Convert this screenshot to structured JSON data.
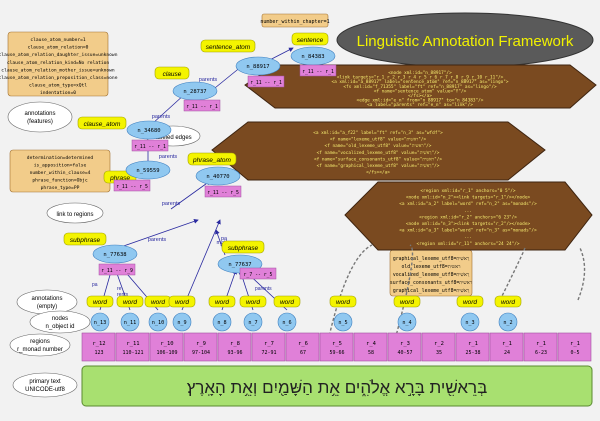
{
  "title": "Linguistic Annotation Framework",
  "notes": {
    "number_within_chapter": "number_within_chapter=1",
    "clause_atom": [
      "clause_atom_number=1",
      "clause_atom_relation=0",
      "clause_atom_relation_daughter_issue=unknown",
      "clause_atom_relation_kind=No relation",
      "clause_atom_relation_mother_issue=unknown",
      "clause_atom_relation_preposition_class=none",
      "clause_atom_type=xQtl",
      "indentation=0"
    ],
    "phrase": [
      "determination=determined",
      "is_apposition=false",
      "number_within_clause=4",
      "phrase_function=Objc",
      "phrase_type=PP"
    ],
    "word": [
      "graphical_lexeme_utf8=רֵאשִׁית",
      "old_lexeme_utf8=ראשית",
      "vocalized_lexeme_utf8=רֵאשִׁית",
      "surface_consonants_utf8=ראשית",
      "graphical_lexeme_utf8=רֵאשִׁית"
    ]
  },
  "side_labels": {
    "annotations_features": [
      "annotations",
      "(features)"
    ],
    "labeled_edges": "labeled edges",
    "link_to_regions": "link to regions",
    "annotations_empty": [
      "annotations",
      "(empty)"
    ],
    "nodes": [
      "nodes",
      "n_object id"
    ],
    "regions": [
      "regions",
      "r_monad number"
    ],
    "primary_text": [
      "primary text",
      "UNICODE-utf8"
    ]
  },
  "type_labels": {
    "sentence": "sentence",
    "sentence_atom": "sentence_atom",
    "clause": "clause",
    "clause_atom": "clause_atom",
    "phrase": "phrase",
    "phrase_atom": "phrase_atom",
    "subphrase": "subphrase",
    "word": "word"
  },
  "nodes": {
    "n_84383": "n_84383",
    "n_88917": "n_88917",
    "n_28737": "n_28737",
    "n_34680": "n_34680",
    "n_59559": "n_59559",
    "n_40770": "n_40770",
    "n_77638": "n_77638",
    "n_77637": "n_77637",
    "words": [
      "n_13",
      "n_11",
      "n_10",
      "n_9",
      "n_8",
      "n_7",
      "n_6",
      "n_5",
      "n_4",
      "n_3",
      "n_2"
    ]
  },
  "node_regions": {
    "r_84383": "r_11 -- r_1",
    "r_88917": "r_11 -- r_1",
    "r_28737": "r_11 -- r_1",
    "r_34680": "r_11 -- r_1",
    "r_59559": "r_11 -- r_5",
    "r_40770": "r_11 -- r_5",
    "r_77638": "r_11 -- r_9",
    "r_77637": "r_7 -- r_5"
  },
  "edge_labels": {
    "parents": "parents",
    "mother": "mother",
    "pa_re_nts": [
      "pa",
      "re",
      "nts"
    ],
    "pa_re_rents": [
      "pa",
      "re",
      "rents"
    ]
  },
  "xml_blocks": {
    "top": [
      "<node xml:id=\"n_88917\"/>",
      "<link targets=\"r_1 r_2 r_3 r_4 r_5 r_6 r_7 r_8 r_9 r_10 r_11\"/>",
      "<a xml:id=\"a_88917\" label=\"sentence_atom\" ref=\"n_88917\" as=\"lingo\">",
      "<fs xml:id=\"f_71355\" label=\"ft\" ref=\"n_88917\" as=\"lingo\"/>",
      "<f name=\"sentence_atom\" value=\"Y\"/>",
      "</fs></a>",
      "<edge xml:id=\"e_n\" from=\"n_88917\" to=\"n_84383\"/>",
      "<a label=\"parents\" ref=\"e_n\" as=\"link\"/>"
    ],
    "mid": [
      "<a xml:id=\"a_f22\" label=\"ft\" ref=\"n_3\" as=\"wfdf\">",
      "<f name=\"lexeme_utf8\" value=\"ראשית\"/>",
      "<f name=\"old_lexeme_utf8\" value=\"ראשית\"/>",
      "<f name=\"vocalized_lexeme_utf8\" value=\"רֵאשִׁית\"/>",
      "<f name=\"surface_consonants_utf8\" value=\"ראשית\"/>",
      "<f name=\"graphical_lexeme_utf8\" value=\"רֵאשִׁית\"/>",
      "</fs></a>"
    ],
    "bottom": [
      "<region xml:id=\"r_1\" anchors=\"0 5\"/>",
      "<node xml:id=\"n_2\"><link targets=\"r_1\"/></node>",
      "<a xml:id=\"a_2\" label=\"word\" ref=\"n_2\" as=\"monads\"/>",
      "...",
      "<region xml:id=\"r_2\" anchors=\"6 23\"/>",
      "<node xml:id=\"n_3\"><link targets=\"r_2\"/></node>",
      "<a xml:id=\"a_3\" label=\"word\" ref=\"n_3\" as=\"monads\"/>",
      "...",
      "<region xml:id=\"r_11\" anchors=\"24 24\"/>"
    ]
  },
  "regions": [
    [
      "r_12",
      "123"
    ],
    [
      "r_11",
      "110-121"
    ],
    [
      "r_10",
      "106-109"
    ],
    [
      "r_9",
      "97-104"
    ],
    [
      "r_8",
      "93-96"
    ],
    [
      "r_7",
      "72-91"
    ],
    [
      "r_6",
      "67"
    ],
    [
      "r_5",
      "59-66"
    ],
    [
      "r_4",
      "58"
    ],
    [
      "r_3",
      "40-57"
    ],
    [
      "r_2",
      "35"
    ],
    [
      "r_1",
      "25-38"
    ],
    [
      "r_1",
      "24"
    ],
    [
      "r_1",
      "6-23"
    ],
    [
      "r_1",
      "0-5"
    ]
  ],
  "primary_text": "בְּרֵאשִׁ֖ית בָּרָ֣א אֱלֹהִ֑ים אֵ֥ת הַשָּׁמַ֖יִם וְאֵ֥ת הָאָֽרֶץ׃",
  "colors": {
    "background": "#f2f2f2",
    "title_bg": "#5a5a5a",
    "title_fg": "#f2f200",
    "node": "#90c8f0",
    "region": "#e080d8",
    "label": "#f4f400",
    "note": "#f2cc8a",
    "xml": "#7a4a20",
    "primary": "#a8e070",
    "edge": "#2a2aa0"
  }
}
